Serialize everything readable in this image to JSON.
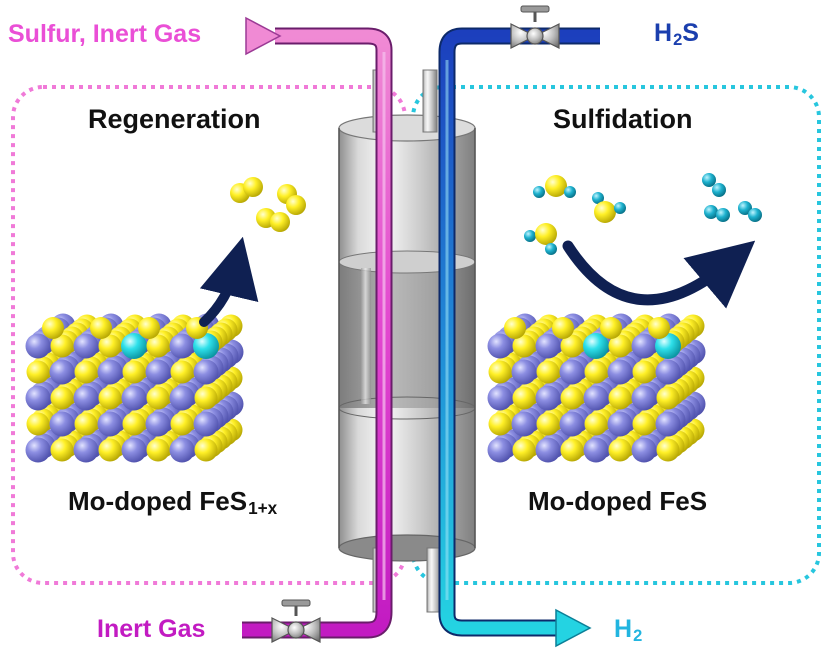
{
  "diagram": {
    "streams": {
      "top_left": "Sulfur, Inert Gas",
      "top_right_base": "H",
      "top_right_sub": "2",
      "top_right_tail": "S",
      "bottom_left": "Inert Gas",
      "bottom_right_base": "H",
      "bottom_right_sub": "2"
    },
    "panels": {
      "left_title": "Regeneration",
      "right_title": "Sulfidation",
      "left_material_base": "Mo-doped FeS",
      "left_material_sub": "1+x",
      "right_material": "Mo-doped FeS"
    },
    "colors": {
      "regeneration_loop": "#f07ad8",
      "sulfidation_loop": "#27c6de",
      "pink_pipe": "#e046c9",
      "blue_pipe": "#1c3fbd",
      "cyan_pipe": "#24d1e2",
      "fe_atom": "#7c7edc",
      "s_atom": "#ffec2a",
      "mo_atom": "#23d6e3",
      "h_atom": "#1fa8c7",
      "reaction_arrow": "#0f2052"
    },
    "icons": {
      "valve": "valve-icon",
      "reaction_arrow": "curved-arrow-icon",
      "reactor": "reactor-column-icon"
    }
  }
}
